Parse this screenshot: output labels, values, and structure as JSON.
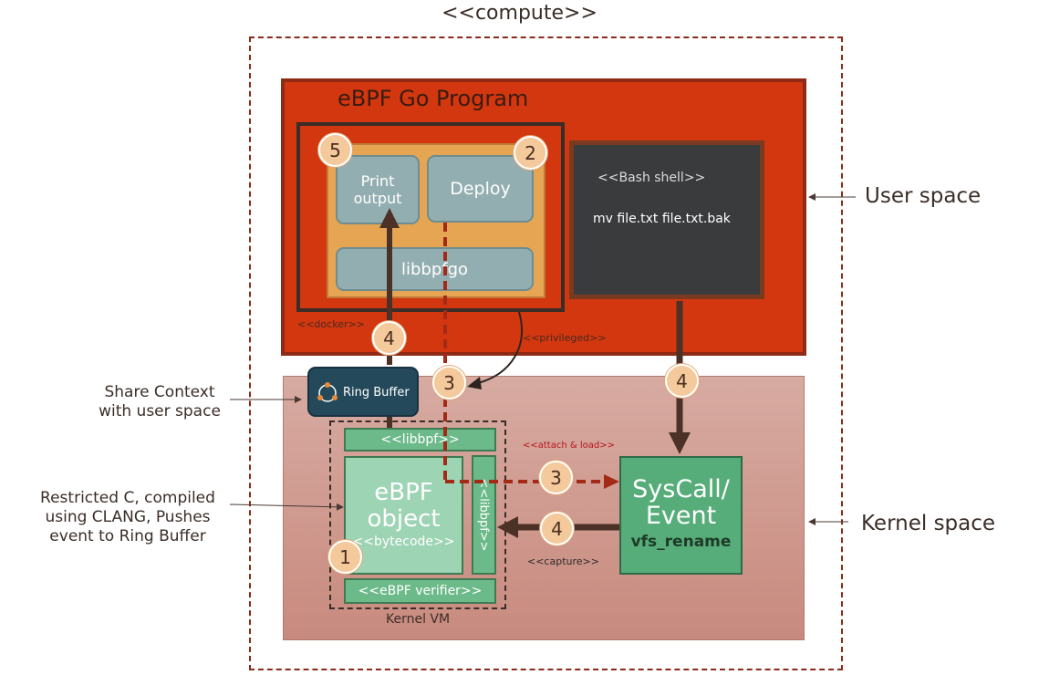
{
  "diagram": {
    "title": "<<compute>>",
    "go_program": {
      "title": "eBPF Go Program",
      "print_output": "Print output",
      "deploy": "Deploy",
      "libbpfgo": "libbpfgo",
      "docker_tag": "<<docker>>",
      "privileged_tag": "<<privileged>>"
    },
    "bash": {
      "title": "<<Bash shell>>",
      "command": "mv file.txt file.txt.bak"
    },
    "kernel": {
      "ring_buffer": "Ring Buffer",
      "libbpf_top": "<<libbpf>>",
      "libbpf_side": "<<libbpf>>",
      "ebpf_object_title": "eBPF object",
      "ebpf_object_sub": "<<bytecode>>",
      "verifier": "<<eBPF verifier>>",
      "kernel_vm": "Kernel VM",
      "syscall_title": "SysCall/ Event",
      "syscall_sub": "vfs_rename",
      "attach_tag": "<<attach & load>>",
      "capture_tag": "<<capture>>"
    },
    "steps": {
      "s5": "5",
      "s2": "2",
      "s4_up": "4",
      "s3_ring": "3",
      "s4_bash": "4",
      "s3_attach": "3",
      "s4_capture": "4",
      "s1": "1"
    },
    "side_labels": {
      "user_space": "User space",
      "kernel_space": "Kernel space",
      "share_context": "Share Context with user space",
      "restricted_c": "Restricted C, compiled using CLANG, Pushes event to Ring Buffer"
    }
  }
}
